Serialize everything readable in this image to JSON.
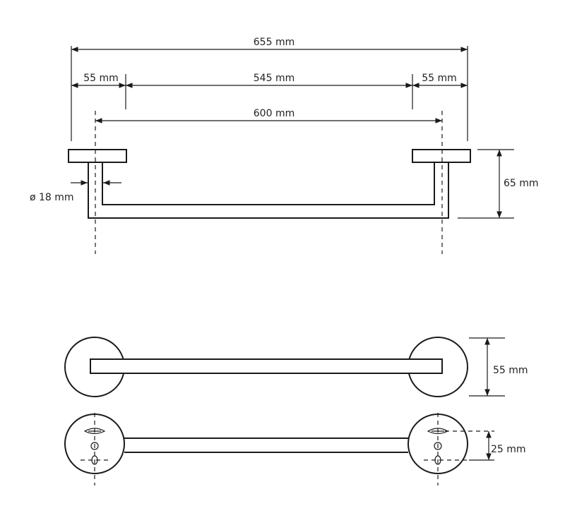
{
  "dimensions": {
    "overall_width": "655 mm",
    "left_flange": "55 mm",
    "bar_span": "545 mm",
    "right_flange": "55 mm",
    "center_distance": "600 mm",
    "tube_diameter": "ø 18 mm",
    "projection": "65 mm",
    "rosette_diameter": "55 mm",
    "screw_offset": "25 mm"
  }
}
